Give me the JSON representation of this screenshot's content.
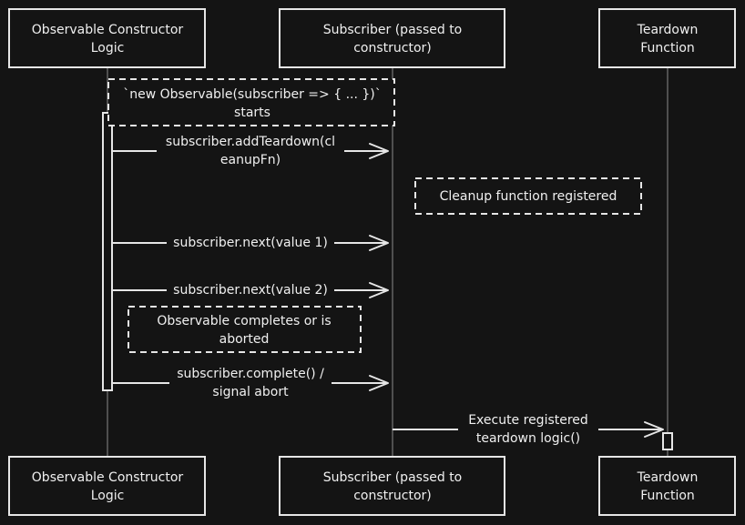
{
  "participants": [
    {
      "id": "observable",
      "label_line1": "Observable Constructor",
      "label_line2": "Logic"
    },
    {
      "id": "subscriber",
      "label_line1": "Subscriber (passed to",
      "label_line2": "constructor)"
    },
    {
      "id": "teardown",
      "label_line1": "Teardown",
      "label_line2": "Function"
    }
  ],
  "notes": {
    "start": {
      "line1": "`new Observable(subscriber => { ... })`",
      "line2": "starts"
    },
    "registered": {
      "line1": "Cleanup function registered"
    },
    "completes": {
      "line1": "Observable completes or is",
      "line2": "aborted"
    }
  },
  "messages": {
    "add_teardown": {
      "line1": "subscriber.addTeardown(cl",
      "line2": "eanupFn)"
    },
    "next1": {
      "line1": "subscriber.next(value 1)"
    },
    "next2": {
      "line1": "subscriber.next(value 2)"
    },
    "complete": {
      "line1": "subscriber.complete() /",
      "line2": "signal abort"
    },
    "execute": {
      "line1": "Execute registered",
      "line2": "teardown logic()"
    }
  }
}
